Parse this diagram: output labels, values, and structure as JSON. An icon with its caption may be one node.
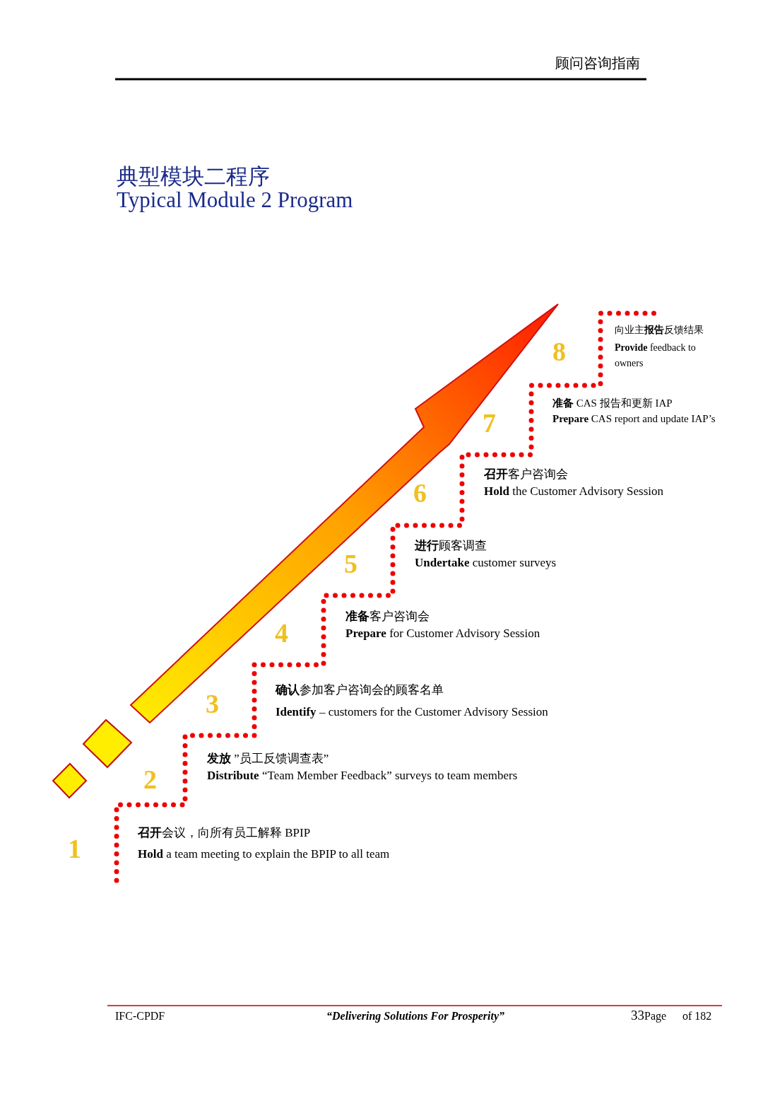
{
  "diagram": {
    "title": "典型模块二程序",
    "labels": [
      "顾问咨询指南",
      "Typical Module 2 Program",
      "8",
      "向业主**报告**反馈结果",
      "**Provide** feedback to owners",
      "7",
      "**准备** CAS 报告和更新 IAP",
      "**Prepare** CAS report and update IAP’s",
      "6",
      "**召开**客户咨询会",
      "**Hold** the Customer Advisory Session",
      "5",
      "**进行**顾客调查",
      "**Undertake** customer surveys",
      "4",
      "**准备**客户咨询会",
      "**Prepare** for Customer Advisory Session",
      "3",
      "**确认**参加客户咨询会的顾客名单",
      "**Identify** – customers for the Customer Advisory Session",
      "2",
      "**发放** ”员工反馈调查表”",
      "**Distribute** “Team Member Feedback” surveys to team members",
      "1",
      "**召开**会议，向所有员工解释 BPIP",
      "**Hold** a team meeting to explain the BPIP to all team",
      "IFC-CPDF",
      "“Delivering Solutions For Prosperity”",
      "33",
      "Page",
      "of 182"
    ]
  }
}
